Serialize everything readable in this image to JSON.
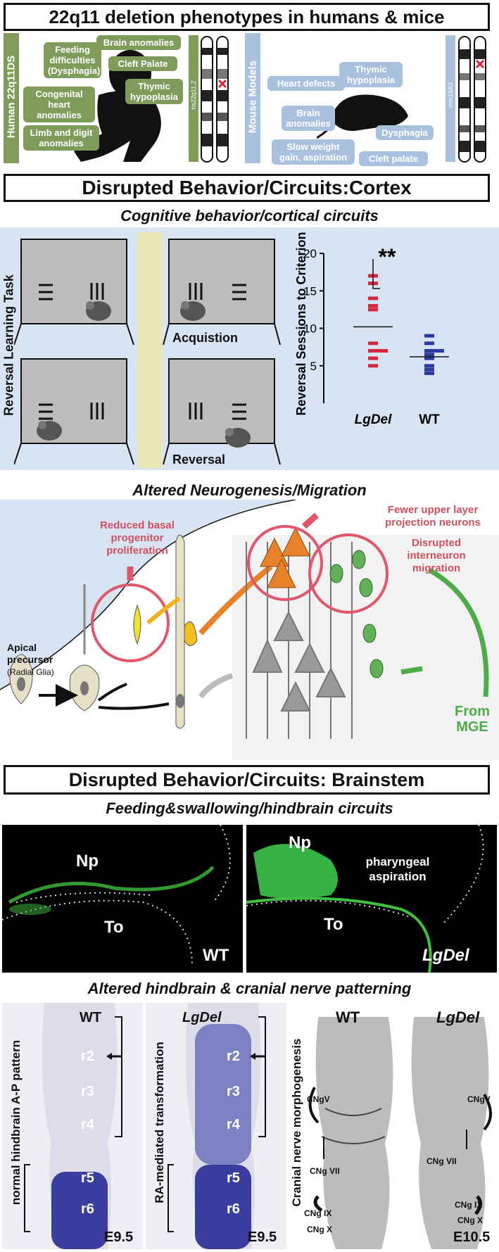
{
  "section1": {
    "title": "22q11 deletion phenotypes in humans & mice",
    "human_sidebar": "Human 22q11DS",
    "human_labels": {
      "feeding": "Feeding difficulties (Dysphagia)",
      "brain": "Brain anomalies",
      "cleft": "Cleft Palate",
      "thymic": "Thymic hypoplasia",
      "heart": "Congenital heart anomalies",
      "limb": "Limb and digit anomalies"
    },
    "human_chromosome_label": "hs22q11.2",
    "mouse_sidebar": "Mouse Models",
    "mouse_labels": {
      "heart": "Heart defects",
      "thymic": "Thymic hypoplasia",
      "brain": "Brain anomalies",
      "weight": "Slow weight gain, aspiration",
      "dysphagia": "Dysphagia",
      "cleft": "Cleft palate"
    },
    "mouse_chromosome_label": "mm16A3"
  },
  "section2": {
    "title": "Disrupted Behavior/Circuits:Cortex",
    "subtitle": "Cognitive behavior/cortical circuits",
    "task_label": "Reversal Learning Task",
    "acquisition": "Acquistion",
    "reversal": "Reversal",
    "subtitle2": "Altered Neurogenesis/Migration",
    "neuro_labels": {
      "fewer": "Fewer upper layer projection neurons",
      "disrupted": "Disrupted interneuron migration",
      "reduced": "Reduced basal progenitor proliferation",
      "apical_main": "Apical precursor",
      "apical_sub": "(Radial Glia)",
      "from_mge": "From MGE"
    }
  },
  "chart_data": {
    "type": "scatter",
    "ylabel": "Reversal Sessions to Criterion",
    "ylim": [
      0,
      20
    ],
    "yticks": [
      5,
      10,
      15,
      20
    ],
    "categories": [
      "LgDel",
      "WT"
    ],
    "significance": "**",
    "series": [
      {
        "name": "LgDel",
        "color": "#d8263a",
        "values": [
          17,
          16,
          14,
          13,
          12.5,
          8,
          7,
          7,
          6,
          5
        ]
      },
      {
        "name": "WT",
        "color": "#2b3a9e",
        "values": [
          9,
          8,
          7,
          7,
          6.5,
          6,
          5,
          4.5,
          4
        ]
      }
    ],
    "means": {
      "LgDel": 10.2,
      "WT": 6.2
    }
  },
  "section3": {
    "title": "Disrupted Behavior/Circuits: Brainstem",
    "subtitle": "Feeding&swallowing/hindbrain circuits",
    "left_panel": {
      "np": "Np",
      "to": "To",
      "tag": "WT"
    },
    "right_panel": {
      "np": "Np",
      "to": "To",
      "tag": "LgDel",
      "note": "pharyngeal aspiration"
    },
    "subtitle2": "Altered hindbrain & cranial nerve patterning",
    "hb_left": {
      "side": "normal hindbrain A-P pattern",
      "tag": "WT",
      "stage": "E9.5",
      "r": [
        "r2",
        "r3",
        "r4",
        "r5",
        "r6"
      ]
    },
    "hb_mid": {
      "side": "RA-mediated transformation",
      "tag": "LgDel",
      "stage": "E9.5",
      "r": [
        "r2",
        "r3",
        "r4",
        "r5",
        "r6"
      ]
    },
    "cn_side": "Cranial nerve morphogenesis",
    "cn_wt": {
      "tag": "WT",
      "v": "CNgV",
      "vii": "CNg VII",
      "ix": "CNg IX",
      "x": "CNg X"
    },
    "cn_lg": {
      "tag": "LgDel",
      "v": "CNgV",
      "vii": "CNg VII",
      "ix": "CNg IX",
      "x": "CNg X",
      "stage": "E10.5"
    }
  }
}
